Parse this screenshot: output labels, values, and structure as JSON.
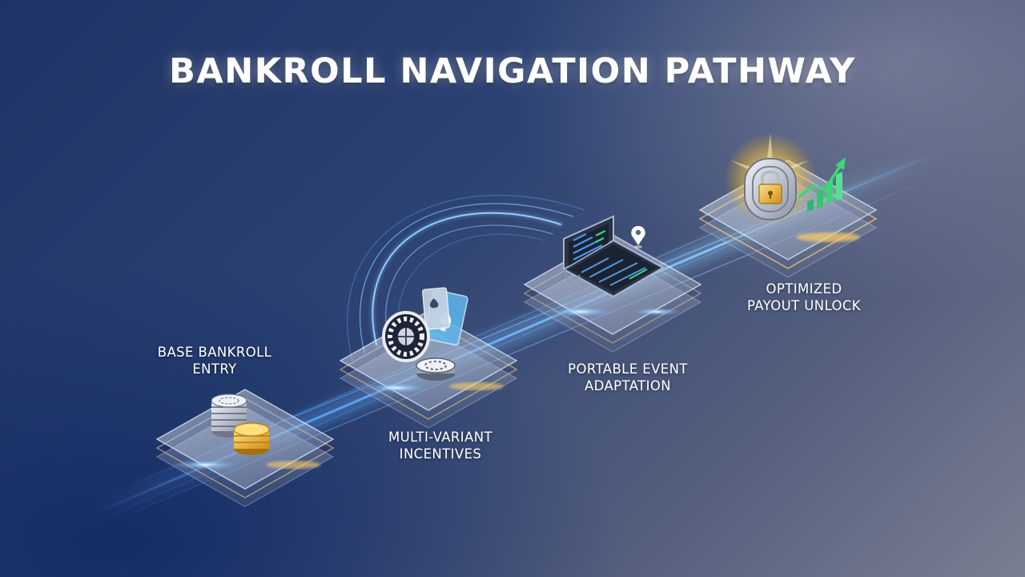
{
  "title": "BANKROLL NAVIGATION PATHWAY",
  "colors": {
    "accent_glow": "#5aa8ff",
    "gold": "#f4b93a",
    "growth": "#3ed47a"
  },
  "steps": [
    {
      "line1": "BASE BANKROLL",
      "line2": "ENTRY",
      "icon": "casino-chips-icon"
    },
    {
      "line1": "MULTI-VARIANT",
      "line2": "INCENTIVES",
      "icon": "roulette-cards-icon"
    },
    {
      "line1": "PORTABLE EVENT",
      "line2": "ADAPTATION",
      "icon": "foldable-tablet-icon"
    },
    {
      "line1": "OPTIMIZED",
      "line2": "PAYOUT UNLOCK",
      "icon": "vault-growth-icon"
    }
  ]
}
